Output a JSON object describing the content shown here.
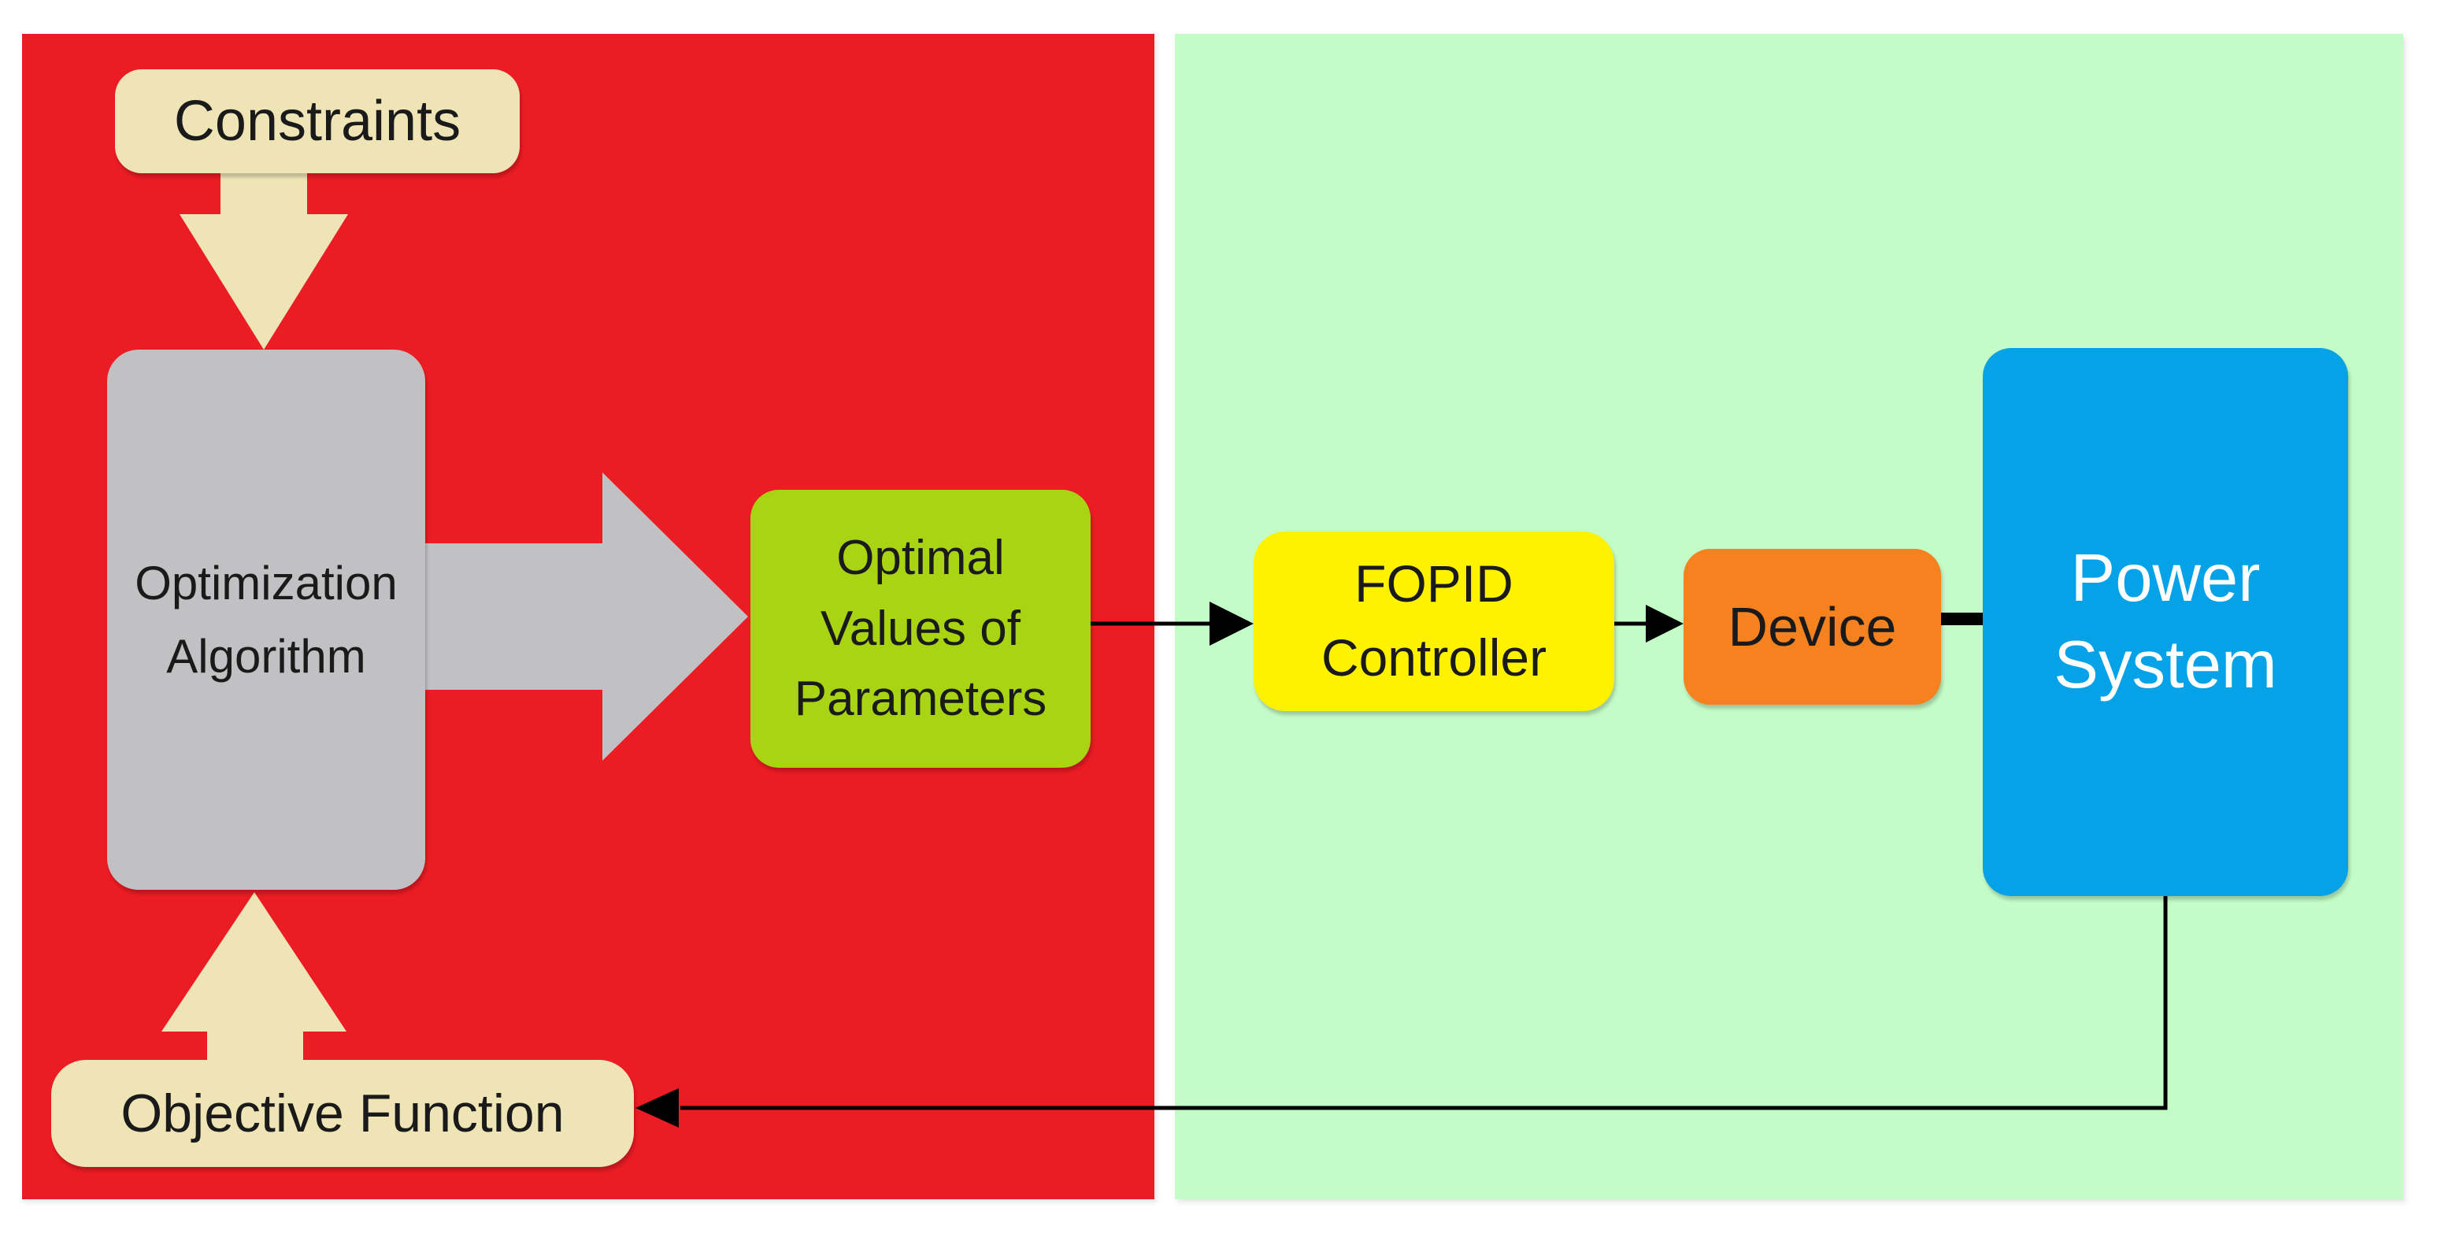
{
  "figure": {
    "kind": "block-diagram"
  },
  "colors": {
    "page_bg": "#FFFFFF",
    "optimization_panel_bg": "#EC1C24",
    "plant_panel_bg": "#C3FCC7",
    "constraints_box_bg": "#EFE4B6",
    "algorithm_box_bg": "#C1C1C3",
    "optimal_values_box_bg": "#A9D414",
    "fopid_box_bg": "#FFF200",
    "device_box_bg": "#F5811F",
    "power_system_box_bg": "#05A2E8",
    "cream_arrow": "#EFE4B6",
    "gray_arrow": "#C1C1C3",
    "connector": "#000000",
    "text_dark": "#1A1A1A",
    "text_light": "#FFFFFF"
  },
  "nodes": {
    "constraints": {
      "label": "Constraints"
    },
    "optimization_algorithm": {
      "line1": "Optimization",
      "line2": "Algorithm"
    },
    "optimal_values": {
      "line1": "Optimal",
      "line2": "Values of",
      "line3": "Parameters"
    },
    "fopid_controller": {
      "line1": "FOPID",
      "line2": "Controller"
    },
    "device": {
      "label": "Device"
    },
    "power_system": {
      "line1": "Power",
      "line2": "System"
    },
    "objective_function": {
      "label": "Objective Function"
    }
  }
}
